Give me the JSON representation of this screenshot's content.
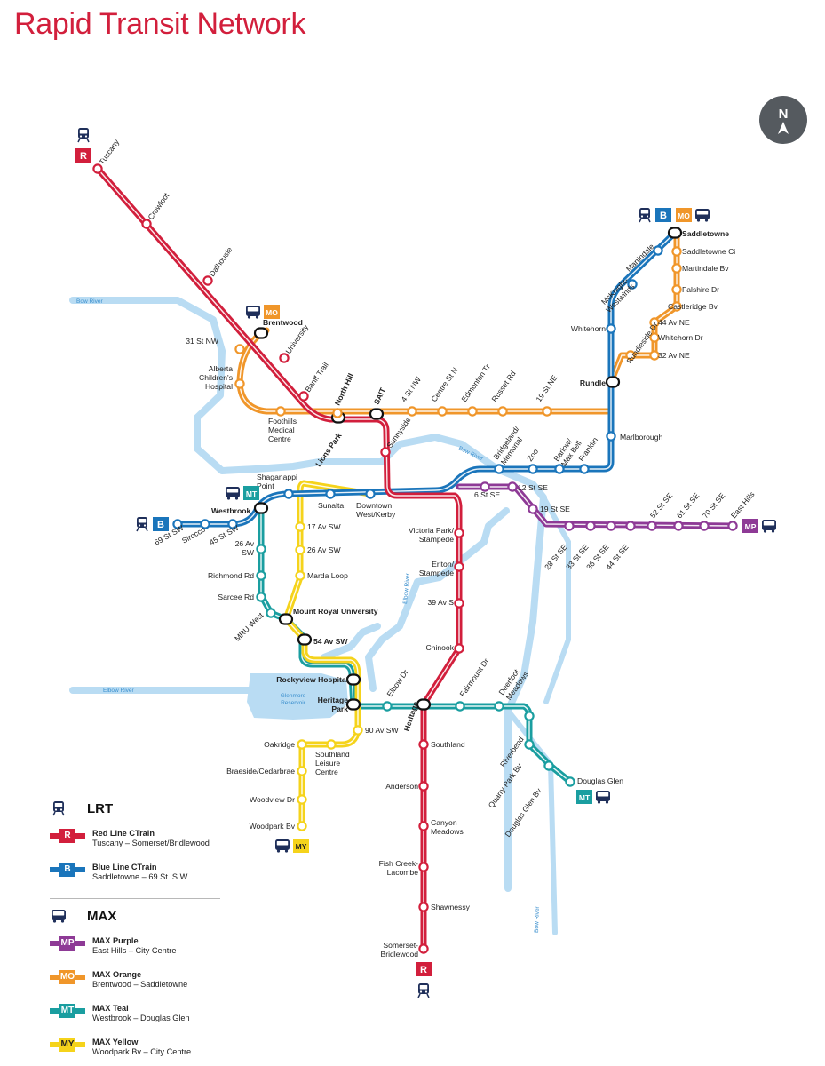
{
  "title": "Rapid Transit Network",
  "compass_label": "N",
  "colors": {
    "red": "#d21f3c",
    "blue": "#1a75bb",
    "orange": "#f0962a",
    "teal": "#1a9ea0",
    "yellow": "#f5d31b",
    "purple": "#8e3a96",
    "river": "#b9dcf3",
    "river_label": "#3a8fce"
  },
  "rivers": [
    {
      "name": "Bow River"
    },
    {
      "name": "Bow River"
    },
    {
      "name": "Elbow River"
    },
    {
      "name": "Elbow River"
    },
    {
      "name": "Glenmore Reservoir"
    },
    {
      "name": "Bow River"
    }
  ],
  "lines": [
    {
      "id": "red",
      "color": "#d21f3c"
    },
    {
      "id": "blue",
      "color": "#1a75bb"
    },
    {
      "id": "orange",
      "color": "#f0962a"
    },
    {
      "id": "teal",
      "color": "#1a9ea0"
    },
    {
      "id": "yellow",
      "color": "#f5d31b"
    },
    {
      "id": "purple",
      "color": "#8e3a96"
    }
  ],
  "stations": [
    {
      "name": "Tuscany",
      "line": "red"
    },
    {
      "name": "Crowfoot",
      "line": "red"
    },
    {
      "name": "Dalhousie",
      "line": "red"
    },
    {
      "name": "Brentwood",
      "line": "red",
      "transfer": true
    },
    {
      "name": "University",
      "line": "red"
    },
    {
      "name": "Banff Trail",
      "line": "red"
    },
    {
      "name": "Lions Park",
      "line": "red",
      "transfer": true
    },
    {
      "name": "North Hill",
      "line": "orange"
    },
    {
      "name": "SAIT",
      "line": "red",
      "transfer": true
    },
    {
      "name": "Sunnyside",
      "line": "red"
    },
    {
      "name": "Victoria Park/\nStampede",
      "line": "red"
    },
    {
      "name": "Erlton/\nStampede",
      "line": "red"
    },
    {
      "name": "39 Av S",
      "line": "red"
    },
    {
      "name": "Chinook",
      "line": "red"
    },
    {
      "name": "Heritage",
      "line": "red",
      "transfer": true
    },
    {
      "name": "Southland",
      "line": "red"
    },
    {
      "name": "Anderson",
      "line": "red"
    },
    {
      "name": "Canyon\nMeadows",
      "line": "red"
    },
    {
      "name": "Fish Creek-\nLacombe",
      "line": "red"
    },
    {
      "name": "Shawnessy",
      "line": "red"
    },
    {
      "name": "Somerset-\nBridlewood",
      "line": "red"
    },
    {
      "name": "Saddletowne",
      "line": "blue",
      "transfer": true
    },
    {
      "name": "Martindale",
      "line": "blue"
    },
    {
      "name": "McKnight-\nWestwinds",
      "line": "blue"
    },
    {
      "name": "Whitehorn",
      "line": "blue"
    },
    {
      "name": "Rundle",
      "line": "blue",
      "transfer": true
    },
    {
      "name": "Marlborough",
      "line": "blue"
    },
    {
      "name": "Franklin",
      "line": "blue"
    },
    {
      "name": "Barlow/\nMax Bell",
      "line": "blue"
    },
    {
      "name": "Zoo",
      "line": "blue"
    },
    {
      "name": "Bridgeland/\nMemorial",
      "line": "blue"
    },
    {
      "name": "Downtown\nWest/Kerby",
      "line": "blue"
    },
    {
      "name": "Sunalta",
      "line": "blue"
    },
    {
      "name": "Shaganappi\nPoint",
      "line": "blue"
    },
    {
      "name": "Westbrook",
      "line": "blue",
      "transfer": true
    },
    {
      "name": "45 St SW",
      "line": "blue"
    },
    {
      "name": "Sirocco",
      "line": "blue"
    },
    {
      "name": "69 St SW",
      "line": "blue"
    },
    {
      "name": "31 St NW",
      "line": "orange"
    },
    {
      "name": "Alberta\nChildren's\nHospital",
      "line": "orange"
    },
    {
      "name": "Foothills\nMedical\nCentre",
      "line": "orange"
    },
    {
      "name": "4 St NW",
      "line": "orange"
    },
    {
      "name": "Centre St N",
      "line": "orange"
    },
    {
      "name": "Edmonton Tr",
      "line": "orange"
    },
    {
      "name": "Russet Rd",
      "line": "orange"
    },
    {
      "name": "19 St NE",
      "line": "orange"
    },
    {
      "name": "Rundleside Dr",
      "line": "orange"
    },
    {
      "name": "32 Av NE",
      "line": "orange"
    },
    {
      "name": "Whitehorn Dr",
      "line": "orange"
    },
    {
      "name": "44 Av NE",
      "line": "orange"
    },
    {
      "name": "Castleridge Bv",
      "line": "orange"
    },
    {
      "name": "Falshire Dr",
      "line": "orange"
    },
    {
      "name": "Martindale Bv",
      "line": "orange"
    },
    {
      "name": "Saddletowne Ci",
      "line": "orange"
    },
    {
      "name": "26 Av\nSW",
      "line": "teal"
    },
    {
      "name": "Richmond Rd",
      "line": "teal"
    },
    {
      "name": "Sarcee Rd",
      "line": "teal"
    },
    {
      "name": "MRU West",
      "line": "teal"
    },
    {
      "name": "Mount Royal University",
      "line": "teal",
      "transfer": true
    },
    {
      "name": "54 Av SW",
      "line": "teal",
      "transfer": true
    },
    {
      "name": "Rockyview Hospital",
      "line": "teal",
      "transfer": true
    },
    {
      "name": "Heritage\nPark",
      "line": "teal",
      "transfer": true
    },
    {
      "name": "Elbow Dr",
      "line": "teal"
    },
    {
      "name": "Fairmount Dr",
      "line": "teal"
    },
    {
      "name": "Deerfoot\nMeadows",
      "line": "teal"
    },
    {
      "name": "Riverbend",
      "line": "teal"
    },
    {
      "name": "Quarry Park Bv",
      "line": "teal"
    },
    {
      "name": "Douglas Glen Bv",
      "line": "teal"
    },
    {
      "name": "Douglas Glen",
      "line": "teal"
    },
    {
      "name": "17 Av SW",
      "line": "yellow"
    },
    {
      "name": "26 Av SW",
      "line": "yellow"
    },
    {
      "name": "Marda Loop",
      "line": "yellow"
    },
    {
      "name": "90 Av SW",
      "line": "yellow"
    },
    {
      "name": "Southland\nLeisure\nCentre",
      "line": "yellow"
    },
    {
      "name": "Oakridge",
      "line": "yellow"
    },
    {
      "name": "Braeside/Cedarbrae",
      "line": "yellow"
    },
    {
      "name": "Woodview Dr",
      "line": "yellow"
    },
    {
      "name": "Woodpark Bv",
      "line": "yellow"
    },
    {
      "name": "6 St SE",
      "line": "purple"
    },
    {
      "name": "12 St SE",
      "line": "purple"
    },
    {
      "name": "19 St SE",
      "line": "purple"
    },
    {
      "name": "28 St SE",
      "line": "purple"
    },
    {
      "name": "33 St SE",
      "line": "purple"
    },
    {
      "name": "36 St SE",
      "line": "purple"
    },
    {
      "name": "44 St SE",
      "line": "purple"
    },
    {
      "name": "52 St SE",
      "line": "purple"
    },
    {
      "name": "61 St SE",
      "line": "purple"
    },
    {
      "name": "70 St SE",
      "line": "purple"
    },
    {
      "name": "East Hills",
      "line": "purple"
    }
  ],
  "terminal_badges": [
    {
      "letter": "R",
      "line": "red",
      "icon": "train-icon"
    },
    {
      "letter": "B",
      "line": "blue",
      "icon": "train-icon"
    },
    {
      "letter": "MO",
      "line": "orange",
      "icon": "bus-icon"
    },
    {
      "letter": "MO",
      "line": "orange",
      "icon": "bus-icon"
    },
    {
      "letter": "B",
      "line": "blue",
      "icon": "train-icon"
    },
    {
      "letter": "MT",
      "line": "teal",
      "icon": "bus-icon"
    },
    {
      "letter": "MP",
      "line": "purple",
      "icon": "bus-icon"
    },
    {
      "letter": "MT",
      "line": "teal",
      "icon": "bus-icon"
    },
    {
      "letter": "MY",
      "line": "yellow",
      "icon": "bus-icon"
    },
    {
      "letter": "R",
      "line": "red",
      "icon": "train-icon"
    }
  ],
  "legend": {
    "lrt_heading": "LRT",
    "max_heading": "MAX",
    "lrt_items": [
      {
        "letter": "R",
        "color": "#d21f3c",
        "name": "Red Line CTrain",
        "route": "Tuscany – Somerset/Bridlewood"
      },
      {
        "letter": "B",
        "color": "#1a75bb",
        "name": "Blue Line CTrain",
        "route": "Saddletowne – 69 St. S.W."
      }
    ],
    "max_items": [
      {
        "letter": "MP",
        "color": "#8e3a96",
        "name": "MAX Purple",
        "route": "East Hills – City Centre"
      },
      {
        "letter": "MO",
        "color": "#f0962a",
        "name": "MAX Orange",
        "route": "Brentwood – Saddletowne"
      },
      {
        "letter": "MT",
        "color": "#1a9ea0",
        "name": "MAX Teal",
        "route": "Westbrook – Douglas Glen"
      },
      {
        "letter": "MY",
        "color": "#f5d31b",
        "name": "MAX Yellow",
        "route": "Woodpark Bv – City Centre"
      }
    ]
  }
}
